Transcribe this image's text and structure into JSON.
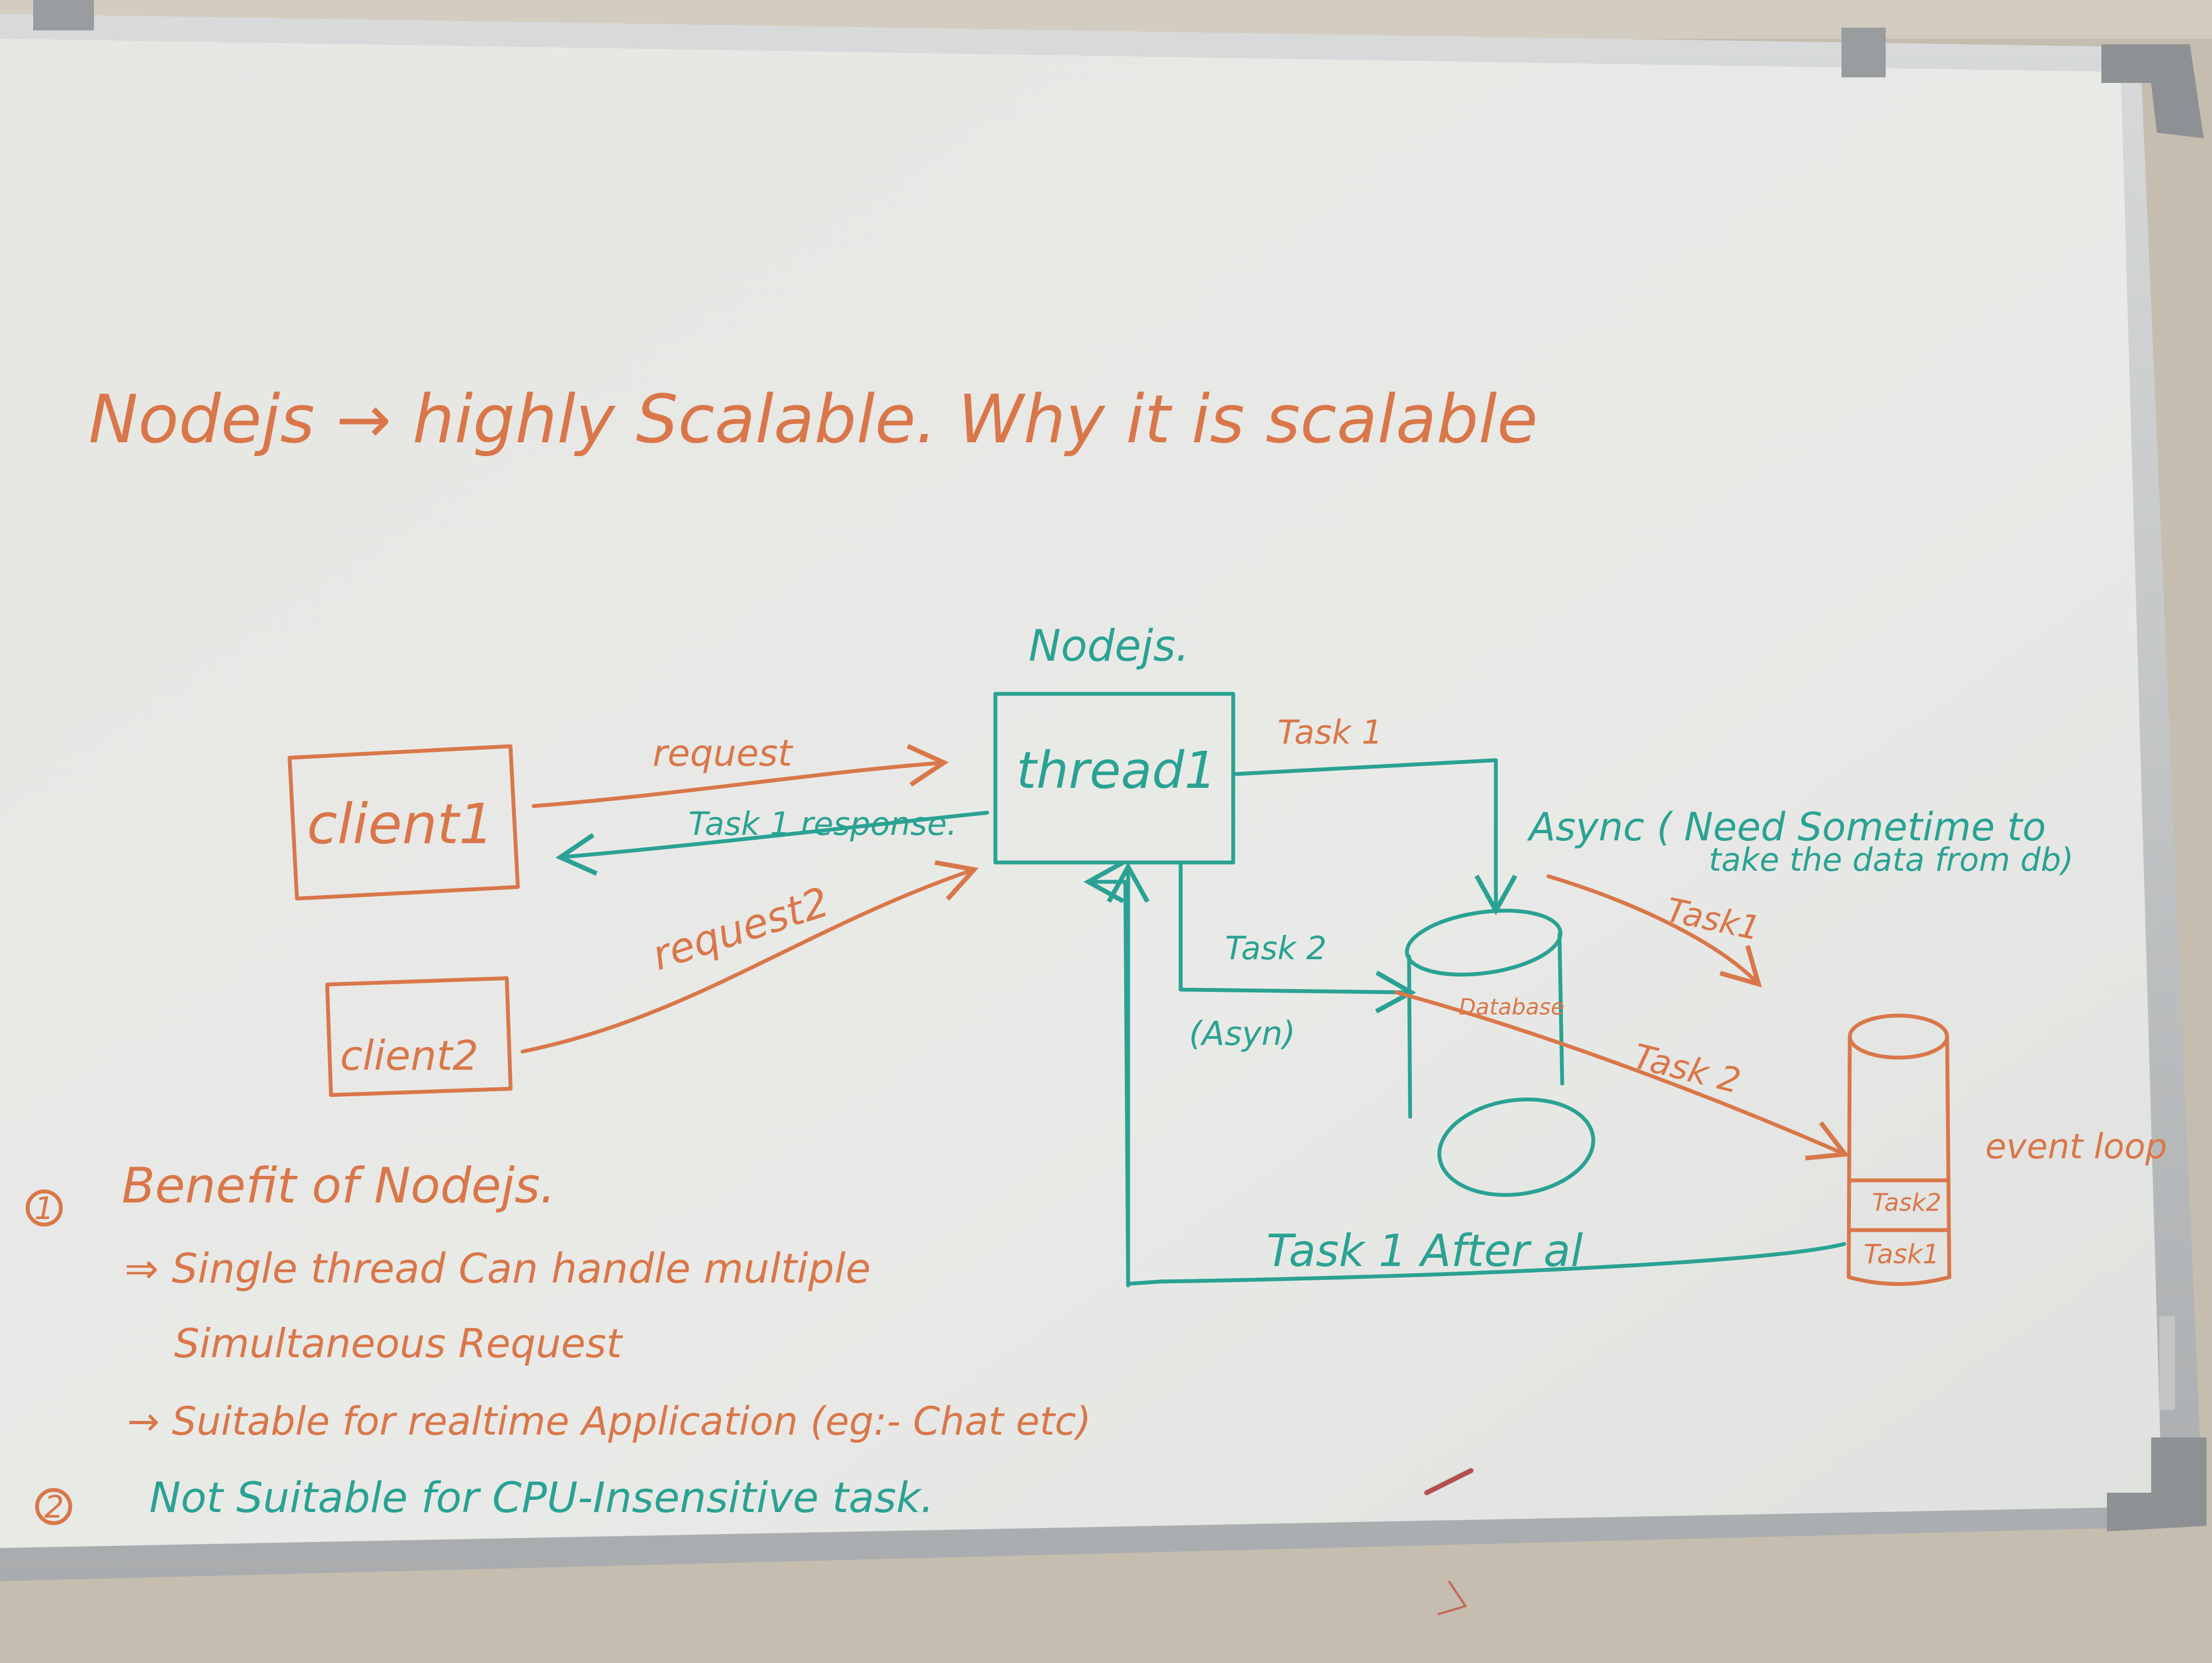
{
  "colors": {
    "orange_marker": "#d9774a",
    "teal_marker": "#2aa293",
    "board": "#e7e8e4",
    "frame": "#c9cbcd",
    "wall": "#c8c0b3"
  },
  "title": "Nodejs → highly Scalable. Why it is scalable",
  "diagram": {
    "nodejs_label": "Nodejs.",
    "thread_box": "thread1",
    "client1": "client1",
    "client2": "client2",
    "request1_label": "request",
    "response_label": "Task 1 response.",
    "request2_label": "request2",
    "task1_top_label": "Task 1",
    "async_note_line1": "Async ( Need Sometime to",
    "async_note_line2": "take the data from db)",
    "task1_right_label": "Task1",
    "task2_label": "Task 2",
    "asyn_label": "(Asyn)",
    "database_label": "Database",
    "task2_right_label": "Task 2",
    "event_loop_label": "event loop",
    "stack_slot_upper": "Task2",
    "stack_slot_lower": "Task1",
    "task1_after_label": "Task 1 After al"
  },
  "notes": {
    "benefit_number": "1",
    "benefit_heading": "Benefit of Nodejs.",
    "point1_line1": "⇒ Single thread Can handle multiple",
    "point1_line2": "Simultaneous Request",
    "point2": "→ Suitable for realtime Application (eg:- Chat etc)",
    "limit_number": "2",
    "limit_text": "Not Suitable for CPU-Insensitive task."
  }
}
